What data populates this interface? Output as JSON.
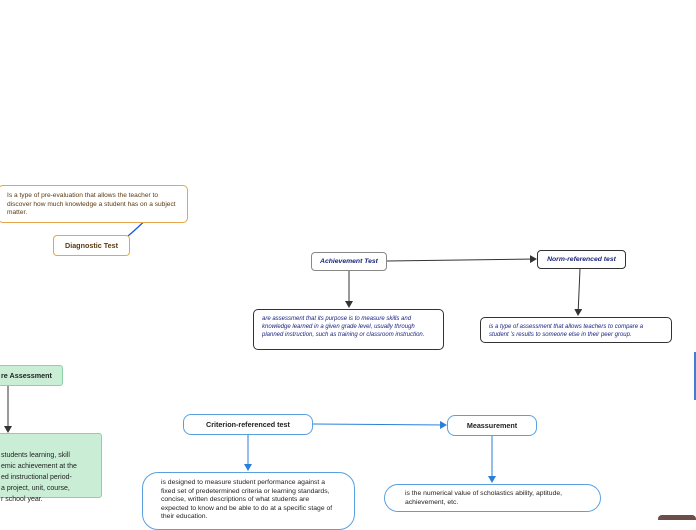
{
  "nodes": {
    "diagnostic_desc": "Is a type of pre-evaluation that allows the teacher to discover how much knowledge a student has on a subject matter.",
    "diagnostic": "Diagnostic Test",
    "achievement": "Achievement Test",
    "achievement_desc": "are assessment that its purpose is to measure skills and knowledge learned in a given grade level, usually through planned instruction, such as training or classroom instruction.",
    "norm": "Norm-referenced test",
    "norm_desc": "is a type of assessment that allows teachers to compare a student ’s results to someone else in their peer group.",
    "summative": "re Assessment",
    "summative_desc": "students learning, skill\nemic achievement at the\ned instructional period-\n a project, unit, course,\nr school year.",
    "criterion": "Criterion-referenced test",
    "criterion_desc": "is designed to measure student performance against a fixed set of predetermined criteria or learning standards, concise, written descriptions of what students are expected to know and be able to do at a specific stage of their  education.",
    "measurement": "Meassurement",
    "measurement_desc": "is the numerical value of scholastics ability, aptitude, achievement, etc."
  },
  "colors": {
    "orange": "#e8a64a",
    "gray": "#888888",
    "dark": "#333333",
    "blue": "#5aa0e0",
    "green_bg": "#c9edd5",
    "green_border": "#8fd1a6",
    "navy_text": "#1a237e",
    "connector_blue": "#1a56d6"
  }
}
